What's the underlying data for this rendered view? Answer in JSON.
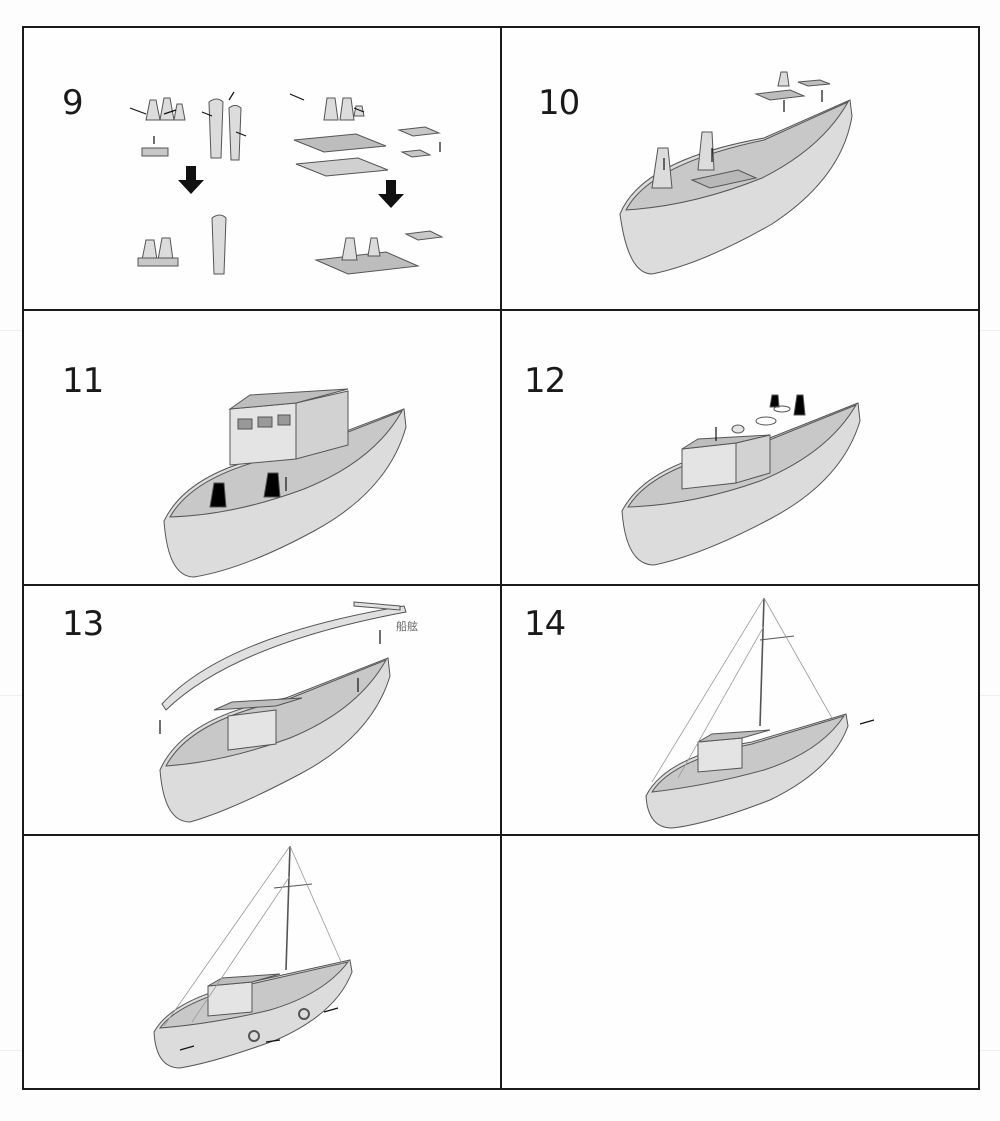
{
  "page": {
    "steps": [
      {
        "number": "9"
      },
      {
        "number": "10"
      },
      {
        "number": "11"
      },
      {
        "number": "12"
      },
      {
        "number": "13",
        "note": "船舷"
      },
      {
        "number": "14"
      },
      {
        "number": ""
      },
      {
        "number": ""
      }
    ]
  },
  "colors": {
    "border": "#1a1a1a",
    "hull": "#dcdcdc",
    "deck": "#c8c8c8",
    "line": "#555555"
  }
}
